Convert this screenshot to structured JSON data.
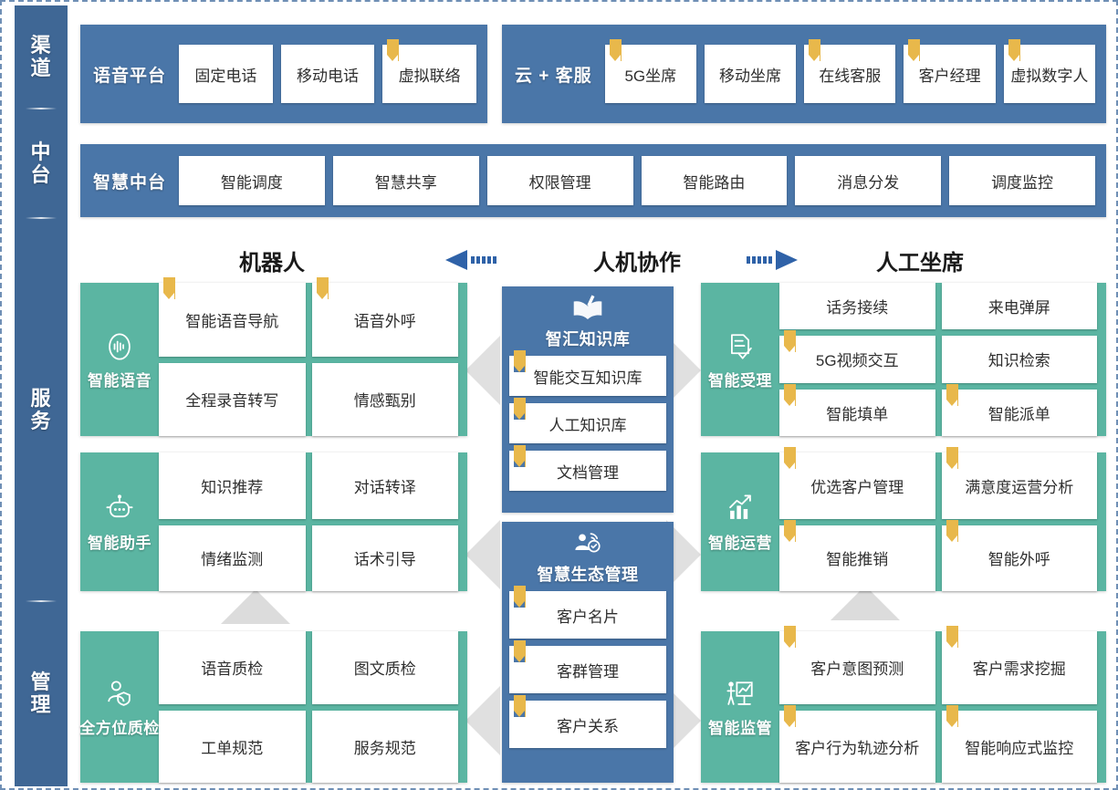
{
  "rail": {
    "sections": [
      {
        "name": "channel",
        "chars": [
          "渠",
          "道"
        ]
      },
      {
        "name": "middle-platform",
        "chars": [
          "中",
          "台"
        ]
      },
      {
        "name": "service",
        "chars": [
          "服",
          "务"
        ]
      },
      {
        "name": "management",
        "chars": [
          "管",
          "理"
        ]
      }
    ]
  },
  "channel": {
    "voice_platform": {
      "title": "语音平台",
      "cells": [
        {
          "label": "固定电话",
          "ribbon": false
        },
        {
          "label": "移动电话",
          "ribbon": false
        },
        {
          "label": "虚拟联络",
          "ribbon": true
        }
      ]
    },
    "cloud_service": {
      "title": "云 + 客服",
      "cells": [
        {
          "label": "5G坐席",
          "ribbon": true
        },
        {
          "label": "移动坐席",
          "ribbon": false
        },
        {
          "label": "在线客服",
          "ribbon": true
        },
        {
          "label": "客户经理",
          "ribbon": true
        },
        {
          "label": "虚拟数字人",
          "ribbon": true
        }
      ]
    }
  },
  "platform": {
    "title": "智慧中台",
    "cells": [
      {
        "label": "智能调度",
        "ribbon": false
      },
      {
        "label": "智慧共享",
        "ribbon": false
      },
      {
        "label": "权限管理",
        "ribbon": false
      },
      {
        "label": "智能路由",
        "ribbon": false
      },
      {
        "label": "消息分发",
        "ribbon": false
      },
      {
        "label": "调度监控",
        "ribbon": false
      }
    ]
  },
  "collaboration": {
    "left_label": "机器人",
    "center_label": "人机协作",
    "right_label": "人工坐席",
    "arrow_left_icon": "arrow-left-icon",
    "arrow_right_icon": "arrow-right-icon"
  },
  "left_blocks": [
    {
      "title": "智能语音",
      "icon": "voice-wave-icon",
      "cells": [
        {
          "label": "智能语音导航",
          "ribbon": true
        },
        {
          "label": "语音外呼",
          "ribbon": true
        },
        {
          "label": "全程录音转写",
          "ribbon": false
        },
        {
          "label": "情感甄别",
          "ribbon": false
        }
      ]
    },
    {
      "title": "智能助手",
      "icon": "robot-icon",
      "cells": [
        {
          "label": "知识推荐",
          "ribbon": false
        },
        {
          "label": "对话转译",
          "ribbon": false
        },
        {
          "label": "情绪监测",
          "ribbon": false
        },
        {
          "label": "话术引导",
          "ribbon": false
        }
      ]
    },
    {
      "title": "全方位质检",
      "icon": "person-shield-icon",
      "cells": [
        {
          "label": "语音质检",
          "ribbon": false
        },
        {
          "label": "图文质检",
          "ribbon": false
        },
        {
          "label": "工单规范",
          "ribbon": false
        },
        {
          "label": "服务规范",
          "ribbon": false
        }
      ]
    }
  ],
  "middle_blocks": [
    {
      "title": "智汇知识库",
      "icon": "open-book-icon",
      "cells": [
        {
          "label": "智能交互知识库",
          "ribbon": true
        },
        {
          "label": "人工知识库",
          "ribbon": true
        },
        {
          "label": "文档管理",
          "ribbon": true
        }
      ]
    },
    {
      "title": "智慧生态管理",
      "icon": "person-network-icon",
      "cells": [
        {
          "label": "客户名片",
          "ribbon": true
        },
        {
          "label": "客群管理",
          "ribbon": true
        },
        {
          "label": "客户关系",
          "ribbon": true
        }
      ]
    }
  ],
  "right_blocks": [
    {
      "title": "智能受理",
      "icon": "document-check-icon",
      "cells": [
        {
          "label": "话务接续",
          "ribbon": false
        },
        {
          "label": "来电弹屏",
          "ribbon": false
        },
        {
          "label": "5G视频交互",
          "ribbon": true
        },
        {
          "label": "知识检索",
          "ribbon": false
        },
        {
          "label": "智能填单",
          "ribbon": true
        },
        {
          "label": "智能派单",
          "ribbon": true
        }
      ]
    },
    {
      "title": "智能运营",
      "icon": "growth-chart-icon",
      "cells": [
        {
          "label": "优选客户管理",
          "ribbon": true
        },
        {
          "label": "满意度运营分析",
          "ribbon": true
        },
        {
          "label": "智能推销",
          "ribbon": true
        },
        {
          "label": "智能外呼",
          "ribbon": true
        }
      ]
    },
    {
      "title": "智能监管",
      "icon": "presenter-board-icon",
      "cells": [
        {
          "label": "客户意图预测",
          "ribbon": true
        },
        {
          "label": "客户需求挖掘",
          "ribbon": true
        },
        {
          "label": "客户行为轨迹分析",
          "ribbon": true
        },
        {
          "label": "智能响应式监控",
          "ribbon": true
        }
      ]
    }
  ],
  "colors": {
    "rail_blue": "#3f6795",
    "band_blue": "#4a76a8",
    "teal": "#5bb5a2",
    "ribbon_gold": "#e8b84b",
    "arrow_grey": "#d9d9d9"
  }
}
